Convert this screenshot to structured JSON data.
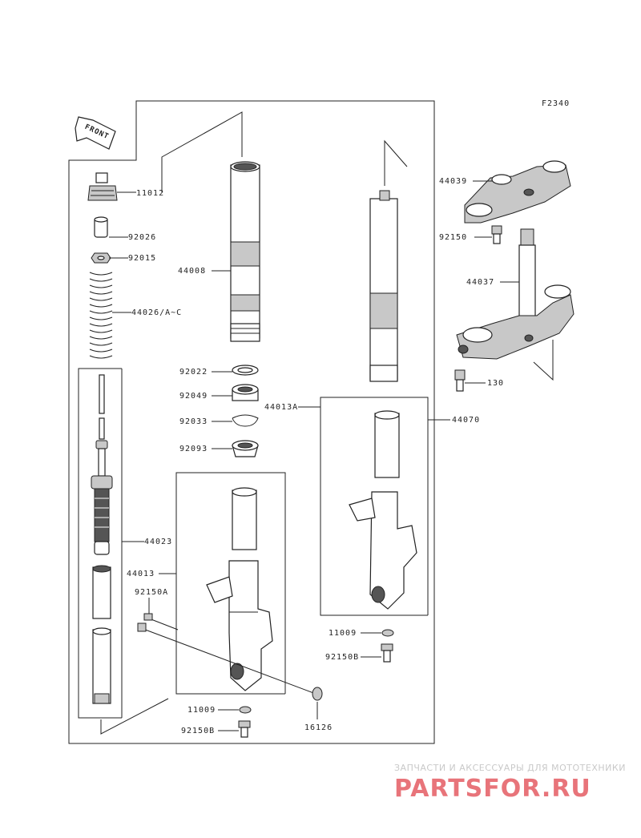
{
  "diagram_code": "F2340",
  "front_label": "FRONT",
  "labels": {
    "p11012": "11012",
    "p92026": "92026",
    "p92015": "92015",
    "p44026": "44026/A~C",
    "p44008": "44008",
    "p92022": "92022",
    "p92049": "92049",
    "p92033": "92033",
    "p92093": "92093",
    "p44023": "44023",
    "p44013": "44013",
    "p92150A": "92150A",
    "p11009a": "11009",
    "p92150Ba": "92150B",
    "p16126": "16126",
    "p44013A": "44013A",
    "p44070": "44070",
    "p11009b": "11009",
    "p92150Bb": "92150B",
    "p44039": "44039",
    "p92150": "92150",
    "p44037": "44037",
    "p130": "130"
  },
  "watermark": {
    "tagline": "ЗАПЧАСТИ И АКСЕССУАРЫ ДЛЯ МОТОТЕХНИКИ",
    "logo": "PARTSFOR.RU",
    "logo_color": "#e8747a"
  }
}
